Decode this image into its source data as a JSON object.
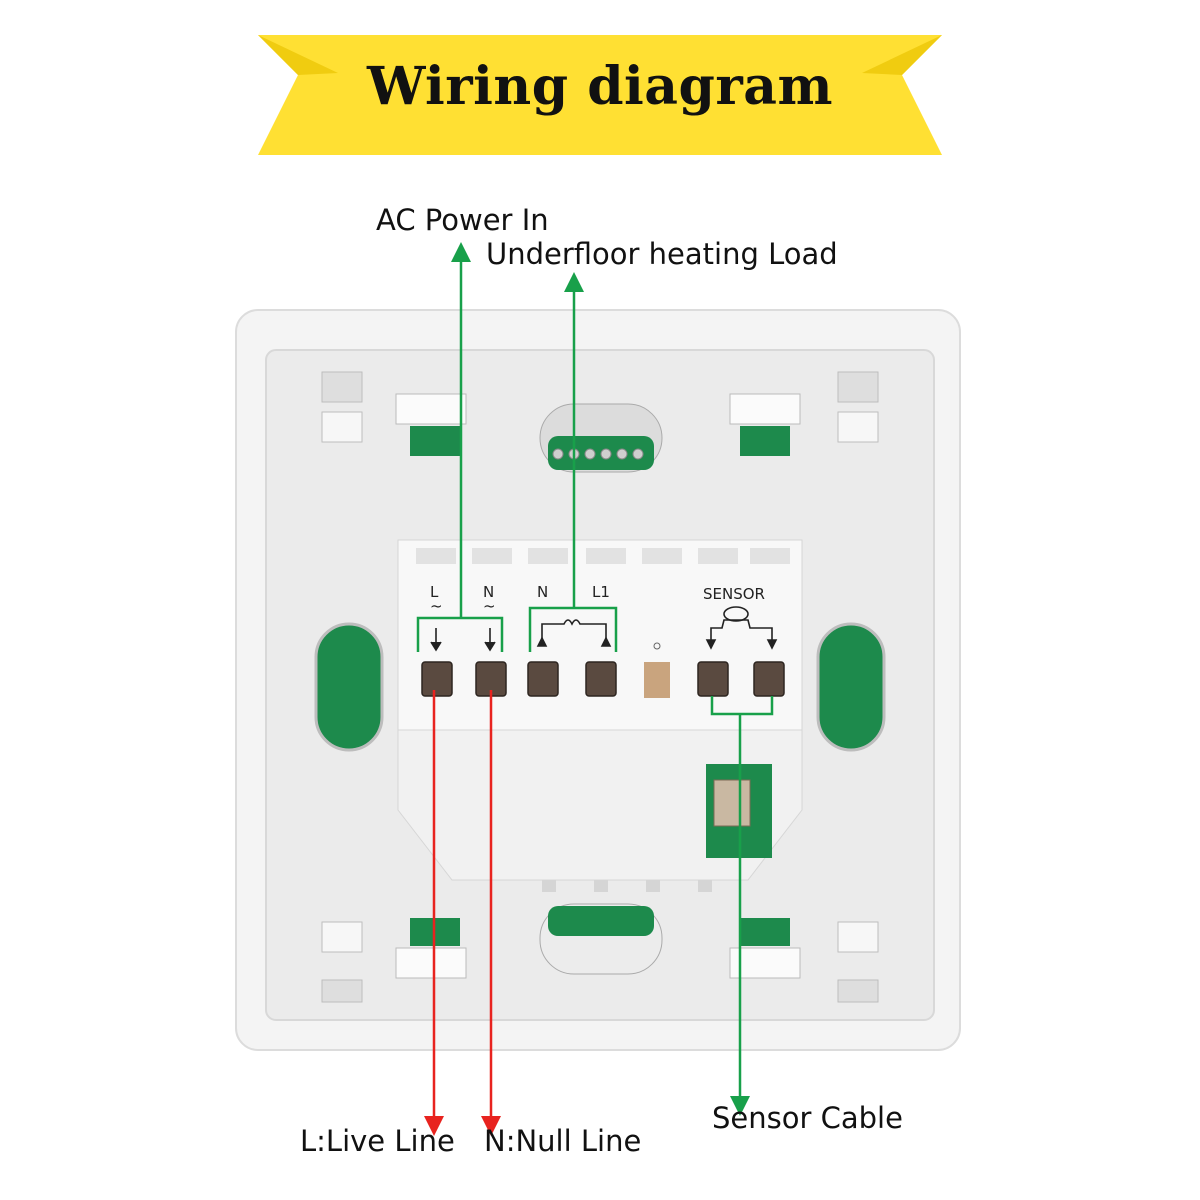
{
  "banner": {
    "title": "Wiring diagram",
    "color": "#ffe033"
  },
  "labels": {
    "ac_power_in": "AC Power In",
    "underfloor_load": "Underfloor heating Load",
    "live_line": "L:Live Line",
    "null_line": "N:Null Line",
    "sensor_cable": "Sensor Cable"
  },
  "terminals": {
    "l": "L",
    "n1": "N",
    "n2": "N",
    "l1": "L1",
    "sensor": "SENSOR",
    "tilde": "~"
  },
  "colors": {
    "green_line": "#18a04a",
    "red_line": "#e8231f",
    "pcb_green": "#1d8a4c"
  }
}
